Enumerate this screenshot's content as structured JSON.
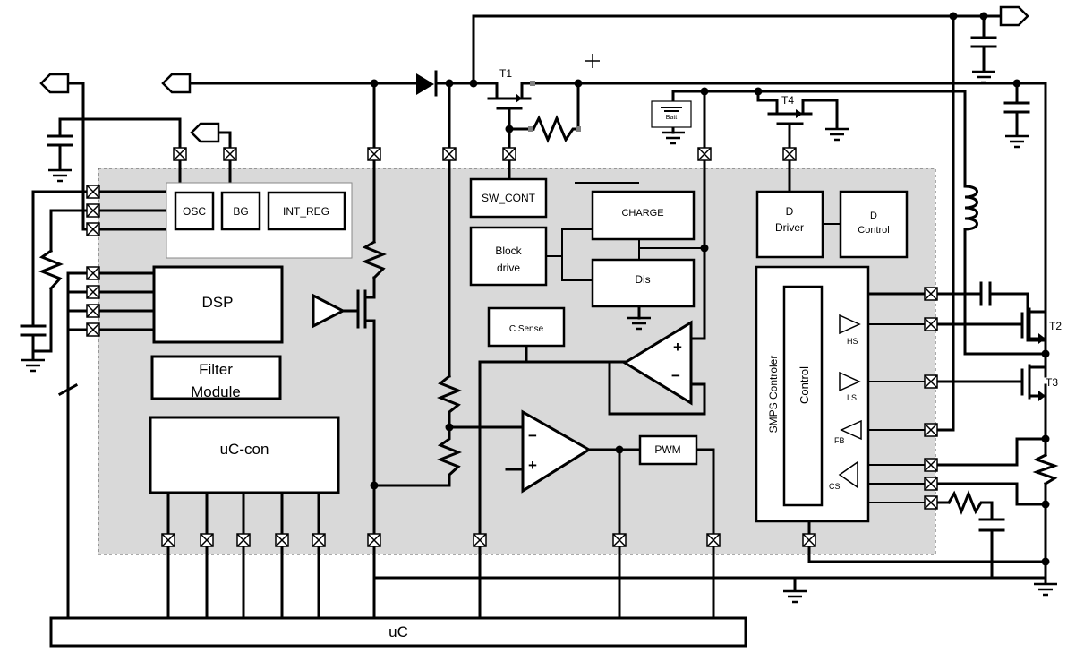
{
  "blocks": {
    "osc": "OSC",
    "bg": "BG",
    "int_reg": "INT_REG",
    "dsp": "DSP",
    "filter_line1": "Filter",
    "filter_line2": "Module",
    "uc_con": "uC-con",
    "sw_cont": "SW_CONT",
    "block_drive_line1": "Block",
    "block_drive_line2": "drive",
    "charge": "CHARGE",
    "dis": "Dis",
    "c_sense": "C Sense",
    "pwm": "PWM",
    "d_driver_line1": "D",
    "d_driver_line2": "Driver",
    "d_control_line1": "D",
    "d_control_line2": "Control",
    "smps_controller": "SMPS Controler",
    "control": "Control",
    "uc": "uC"
  },
  "smps_signals": {
    "hs": "HS",
    "ls": "LS",
    "fb": "FB",
    "cs": "CS"
  },
  "transistors": {
    "t1": "T1",
    "t2": "T2",
    "t3": "T3",
    "t4": "T4"
  },
  "battery": "Batt",
  "opamp_signs": {
    "plus": "+",
    "minus": "−"
  },
  "colors": {
    "chip_area": "#d9d9d9",
    "wire": "#000000",
    "block_fill": "#ffffff",
    "contact_gray": "#808080"
  }
}
